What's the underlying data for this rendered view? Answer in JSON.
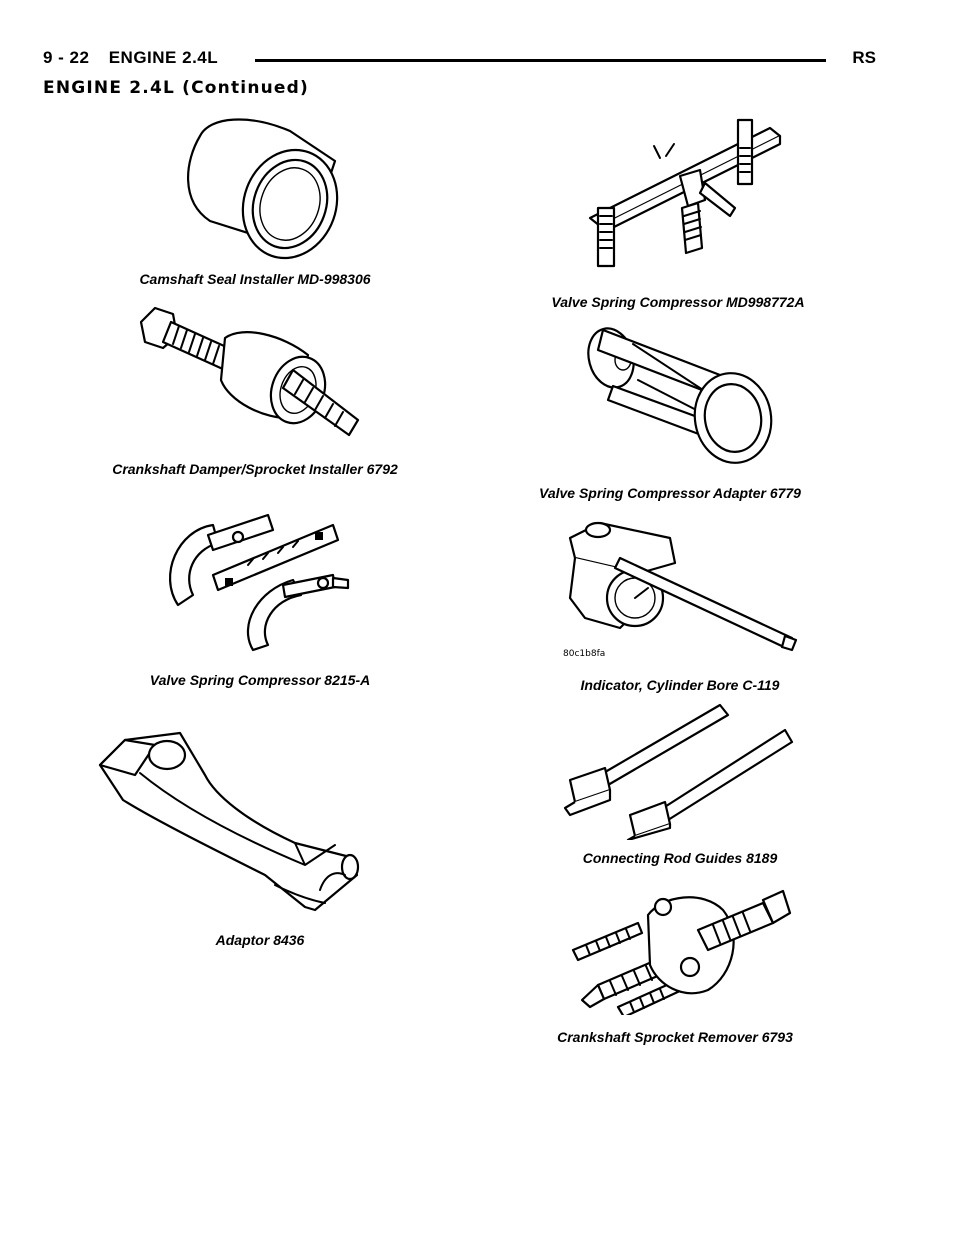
{
  "header": {
    "page_number": "9 - 22",
    "section": "ENGINE 2.4L",
    "model": "RS"
  },
  "subtitle": "ENGINE 2.4L (Continued)",
  "figures": [
    {
      "caption": "Camshaft Seal Installer MD-998306",
      "icon": "cylindrical-seal-installer"
    },
    {
      "caption": "Valve Spring Compressor MD998772A",
      "icon": "valve-spring-compressor-frame"
    },
    {
      "caption": "Crankshaft Damper/Sprocket Installer 6792",
      "icon": "threaded-installer"
    },
    {
      "caption": "Valve Spring Compressor Adapter 6779",
      "icon": "compressor-adapter-cage"
    },
    {
      "caption": "Valve Spring Compressor 8215-A",
      "icon": "hook-compressor"
    },
    {
      "caption": "Indicator, Cylinder Bore C-119",
      "icon": "bore-gauge",
      "figure_code": "80c1b8fa"
    },
    {
      "caption": "Adaptor 8436",
      "icon": "adaptor-channel"
    },
    {
      "caption": "Connecting Rod Guides 8189",
      "icon": "rod-guides"
    },
    {
      "caption": "Crankshaft Sprocket Remover 6793",
      "icon": "sprocket-remover"
    }
  ]
}
